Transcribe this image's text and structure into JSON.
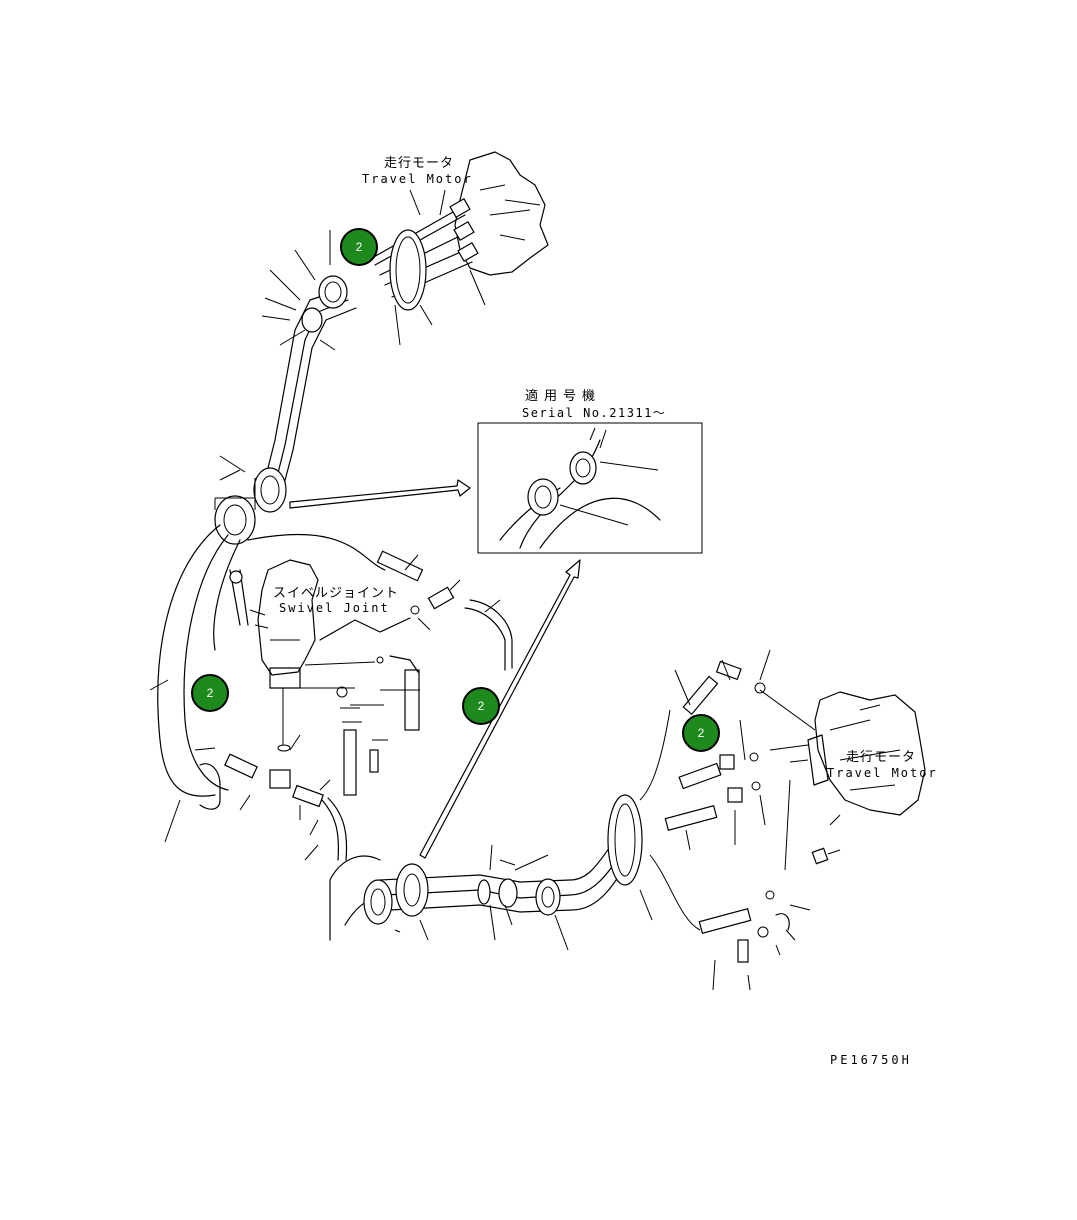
{
  "labels": {
    "travel_motor_top_jp": "走行モータ",
    "travel_motor_top_en": "Travel Motor",
    "serial_title_jp": "適用号機",
    "serial_number": "Serial No.21311〜",
    "swivel_joint_jp": "スイベルジョイント",
    "swivel_joint_en": "Swivel Joint",
    "travel_motor_right_jp": "走行モータ",
    "travel_motor_right_en": "Travel Motor",
    "drawing_code": "PE16750H"
  },
  "callouts": [
    {
      "id": "callout-top",
      "text": "2"
    },
    {
      "id": "callout-left",
      "text": "2"
    },
    {
      "id": "callout-center",
      "text": "2"
    },
    {
      "id": "callout-right",
      "text": "2"
    }
  ],
  "colors": {
    "callout_fill": "#1e8a1e",
    "callout_text": "#ffffff",
    "line": "#000000"
  }
}
